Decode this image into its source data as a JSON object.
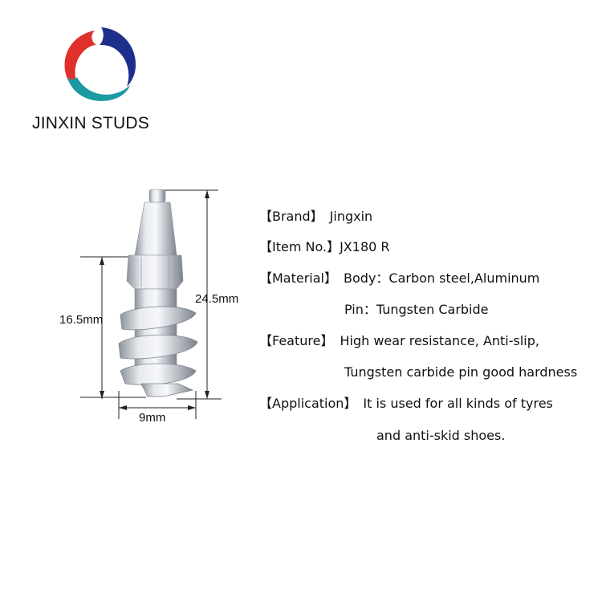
{
  "logo": {
    "icon": "jinxin-swirl-logo-icon",
    "text": "JINXIN STUDS",
    "colors": {
      "red": "#e0302c",
      "teal": "#1a9aa3",
      "blue": "#1d2f8a"
    }
  },
  "dimensions": {
    "height_total": "24.5mm",
    "height_screw": "16.5mm",
    "width": "9mm"
  },
  "specs": {
    "brand": {
      "key": "【Brand】",
      "value": "Jingxin"
    },
    "item_no": {
      "key": "【Item No.】",
      "value": "JX180 R"
    },
    "material": {
      "key": "【Material】",
      "value": "Body：Carbon steel,Aluminum",
      "value2": "Pin：Tungsten Carbide"
    },
    "feature": {
      "key": "【Feature】",
      "value": "High wear resistance,   Anti-slip,",
      "value2": "Tungsten carbide pin good hardness"
    },
    "application": {
      "key": "【Application】",
      "value": "It is used for all kinds of tyres",
      "value2": "and anti-skid shoes."
    }
  }
}
